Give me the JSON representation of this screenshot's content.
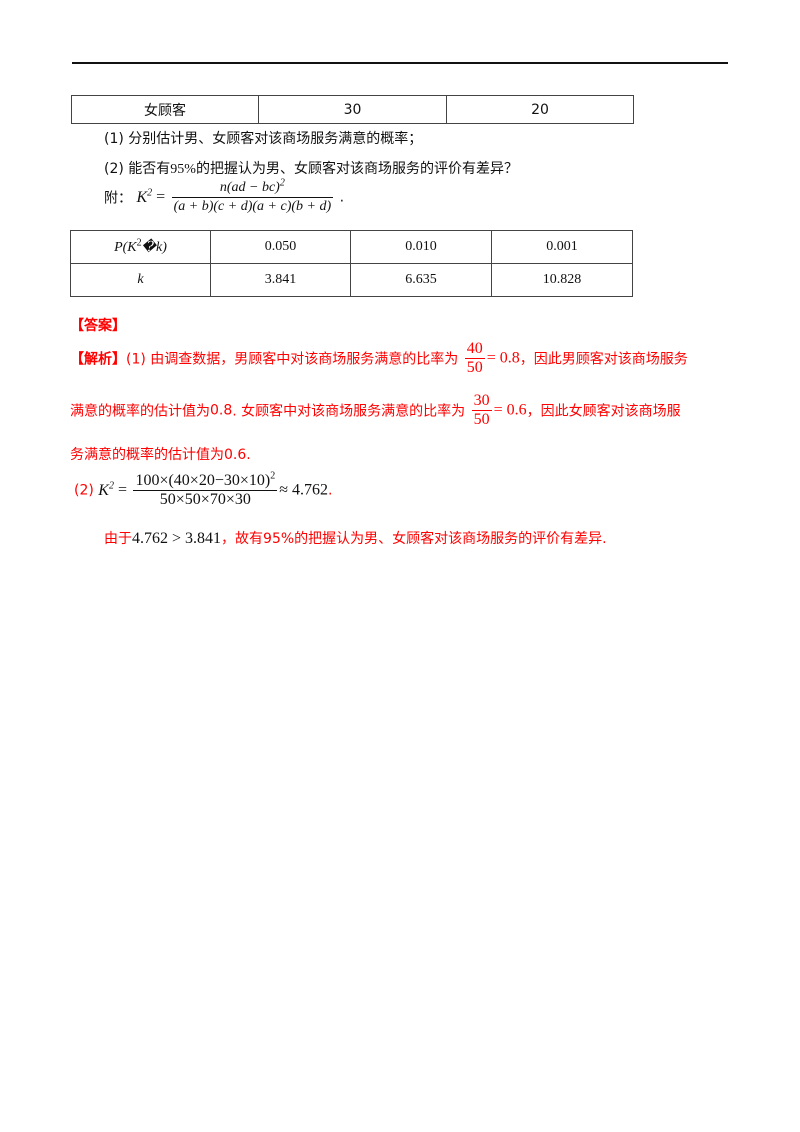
{
  "top_table": {
    "row": [
      "女顾客",
      "30",
      "20"
    ]
  },
  "questions": {
    "q1": "(1) 分别估计男、女顾客对该商场服务满意的概率；",
    "q2_prefix": "(2) 能否有",
    "q2_pct": "95%",
    "q2_suffix": "的把握认为男、女顾客对该商场服务的评价有差异？"
  },
  "appendix": {
    "label": "附：",
    "k2": "K",
    "equals": " =",
    "numerator": "n(ad − bc)",
    "denominator": "(a + b)(c + d)(a + c)(b + d)",
    "tail": "."
  },
  "crit_table": {
    "row1_label": "P(K",
    "row1_label_tail": "�k)",
    "row1_values": [
      "0.050",
      "0.010",
      "0.001"
    ],
    "row2_label": "k",
    "row2_values": [
      "3.841",
      "6.635",
      "10.828"
    ]
  },
  "answer": {
    "title": "【答案】",
    "analysis_title": "【解析】",
    "p1_a": "(1) 由调查数据，男顾客中对该商场服务满意的比率为",
    "p1_num": "40",
    "p1_den": "50",
    "p1_eq": "= 0.8",
    "p1_b": "，因此男顾客对该商场服务",
    "p2_a": "满意的概率的估计值为",
    "p2_val": "0.8",
    "p2_b": ". 女顾客中对该商场服务满意的比率为",
    "p2_num": "30",
    "p2_den": "50",
    "p2_eq": "= 0.6",
    "p2_c": "，因此女顾客对该商场服",
    "p3_a": "务满意的概率的估计值为",
    "p3_val": "0.6",
    "p3_b": ".",
    "p4_label": "(2)",
    "p4_k": "K",
    "p4_eq": " =",
    "p4_num": "100×(40×20−30×10)",
    "p4_den": "50×50×70×30",
    "p4_result": "≈ 4.762",
    "p4_tail": ".",
    "p5_a": "由于",
    "p5_ineq": "4.762 > 3.841",
    "p5_b": "，故有",
    "p5_pct": "95%",
    "p5_c": "的把握认为男、女顾客对该商场服务的评价有差异."
  }
}
